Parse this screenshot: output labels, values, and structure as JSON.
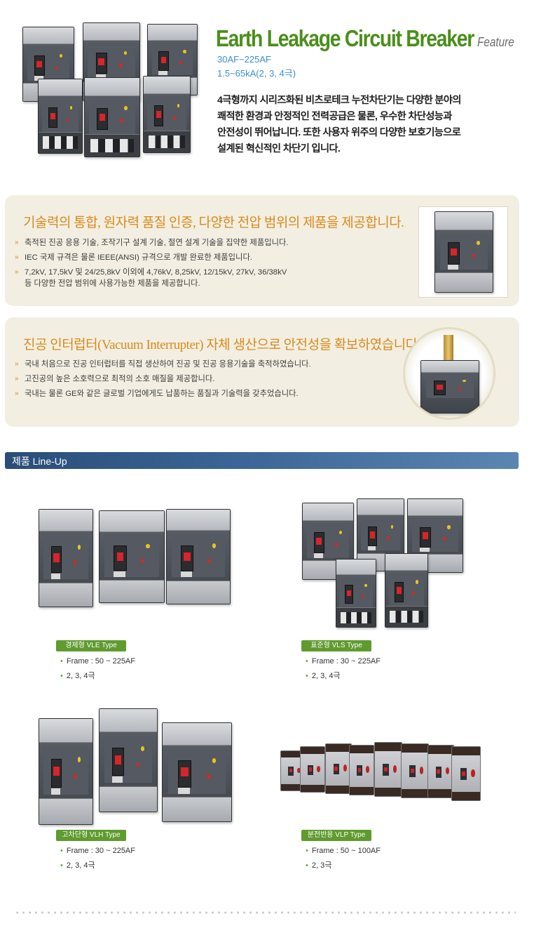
{
  "header": {
    "title": "Earth Leakage Circuit Breaker",
    "title_suffix": "Feature",
    "spec_frame": "30AF~225AF",
    "spec_capacity": "1.5~65kA(2, 3, 4극)",
    "intro_lines": [
      "4극형까지 시리즈화된 비츠로테크 누전차단기는 다양한 분야의",
      "쾌적한 환경과 안정적인 전력공급은 물론, 우수한 차단성능과",
      "안전성이 뛰어납니다. 또한 사용자 위주의 다양한 보호기능으로",
      "설계된 혁신적인 차단기 입니다."
    ]
  },
  "feature1": {
    "heading": "기술력의 통합, 원자력 품질 인증, 다양한 전압 범위의 제품을 제공합니다.",
    "items": [
      "축적된 진공 응용 기술, 조작기구 설계 기술, 절연 설계 기술을 집약한 제품입니다.",
      "IEC 국제 규격은 물론 IEEE(ANSI) 규격으로 개발 완료한 제품입니다.",
      "7,2kV, 17,5kV 및 24/25,8kV 이외에 4,76kV, 8,25kV, 12/15kV, 27kV, 36/38kV",
      "등 다양한 전압 범위에 사용가능한 제품을 제공합니다."
    ]
  },
  "feature2": {
    "heading": "진공 인터럽터(Vacuum Interrupter) 자체 생산으로 안전성을 확보하였습니다.",
    "items": [
      "국내 처음으로 진공 인터럽터를 직접 생산하여 진공 및 진공 응용기술을 축적하였습니다.",
      "고진공의 높은 소호력으로 최적의 소호 매질을 제공합니다.",
      "국내는 물론 GE와 같은 글로벌 기업에게도 납품하는 품질과 기술력을 갖추었습니다."
    ]
  },
  "lineup": {
    "title": "제품 Line-Up",
    "products": [
      {
        "tag": "경제형 VLE Type",
        "frame": "Frame : 50 ~ 225AF",
        "poles": "2, 3, 4극"
      },
      {
        "tag": "표준형 VLS Type",
        "frame": "Frame : 30 ~ 225AF",
        "poles": "2, 3, 4극"
      },
      {
        "tag": "고차단형 VLH Type",
        "frame": "Frame : 30 ~ 225AF",
        "poles": "2, 3, 4극"
      },
      {
        "tag": "분전반용 VLP Type",
        "frame": "Frame : 50 ~ 100AF",
        "poles": "2, 3극"
      }
    ]
  },
  "colors": {
    "title_green": "#4b8e1c",
    "spec_blue": "#3a8fd0",
    "feature_orange": "#d98a1c",
    "feature_bg": "#f2efe2",
    "lineup_bar": "#3a6596",
    "tag_green": "#5f9b2e"
  }
}
